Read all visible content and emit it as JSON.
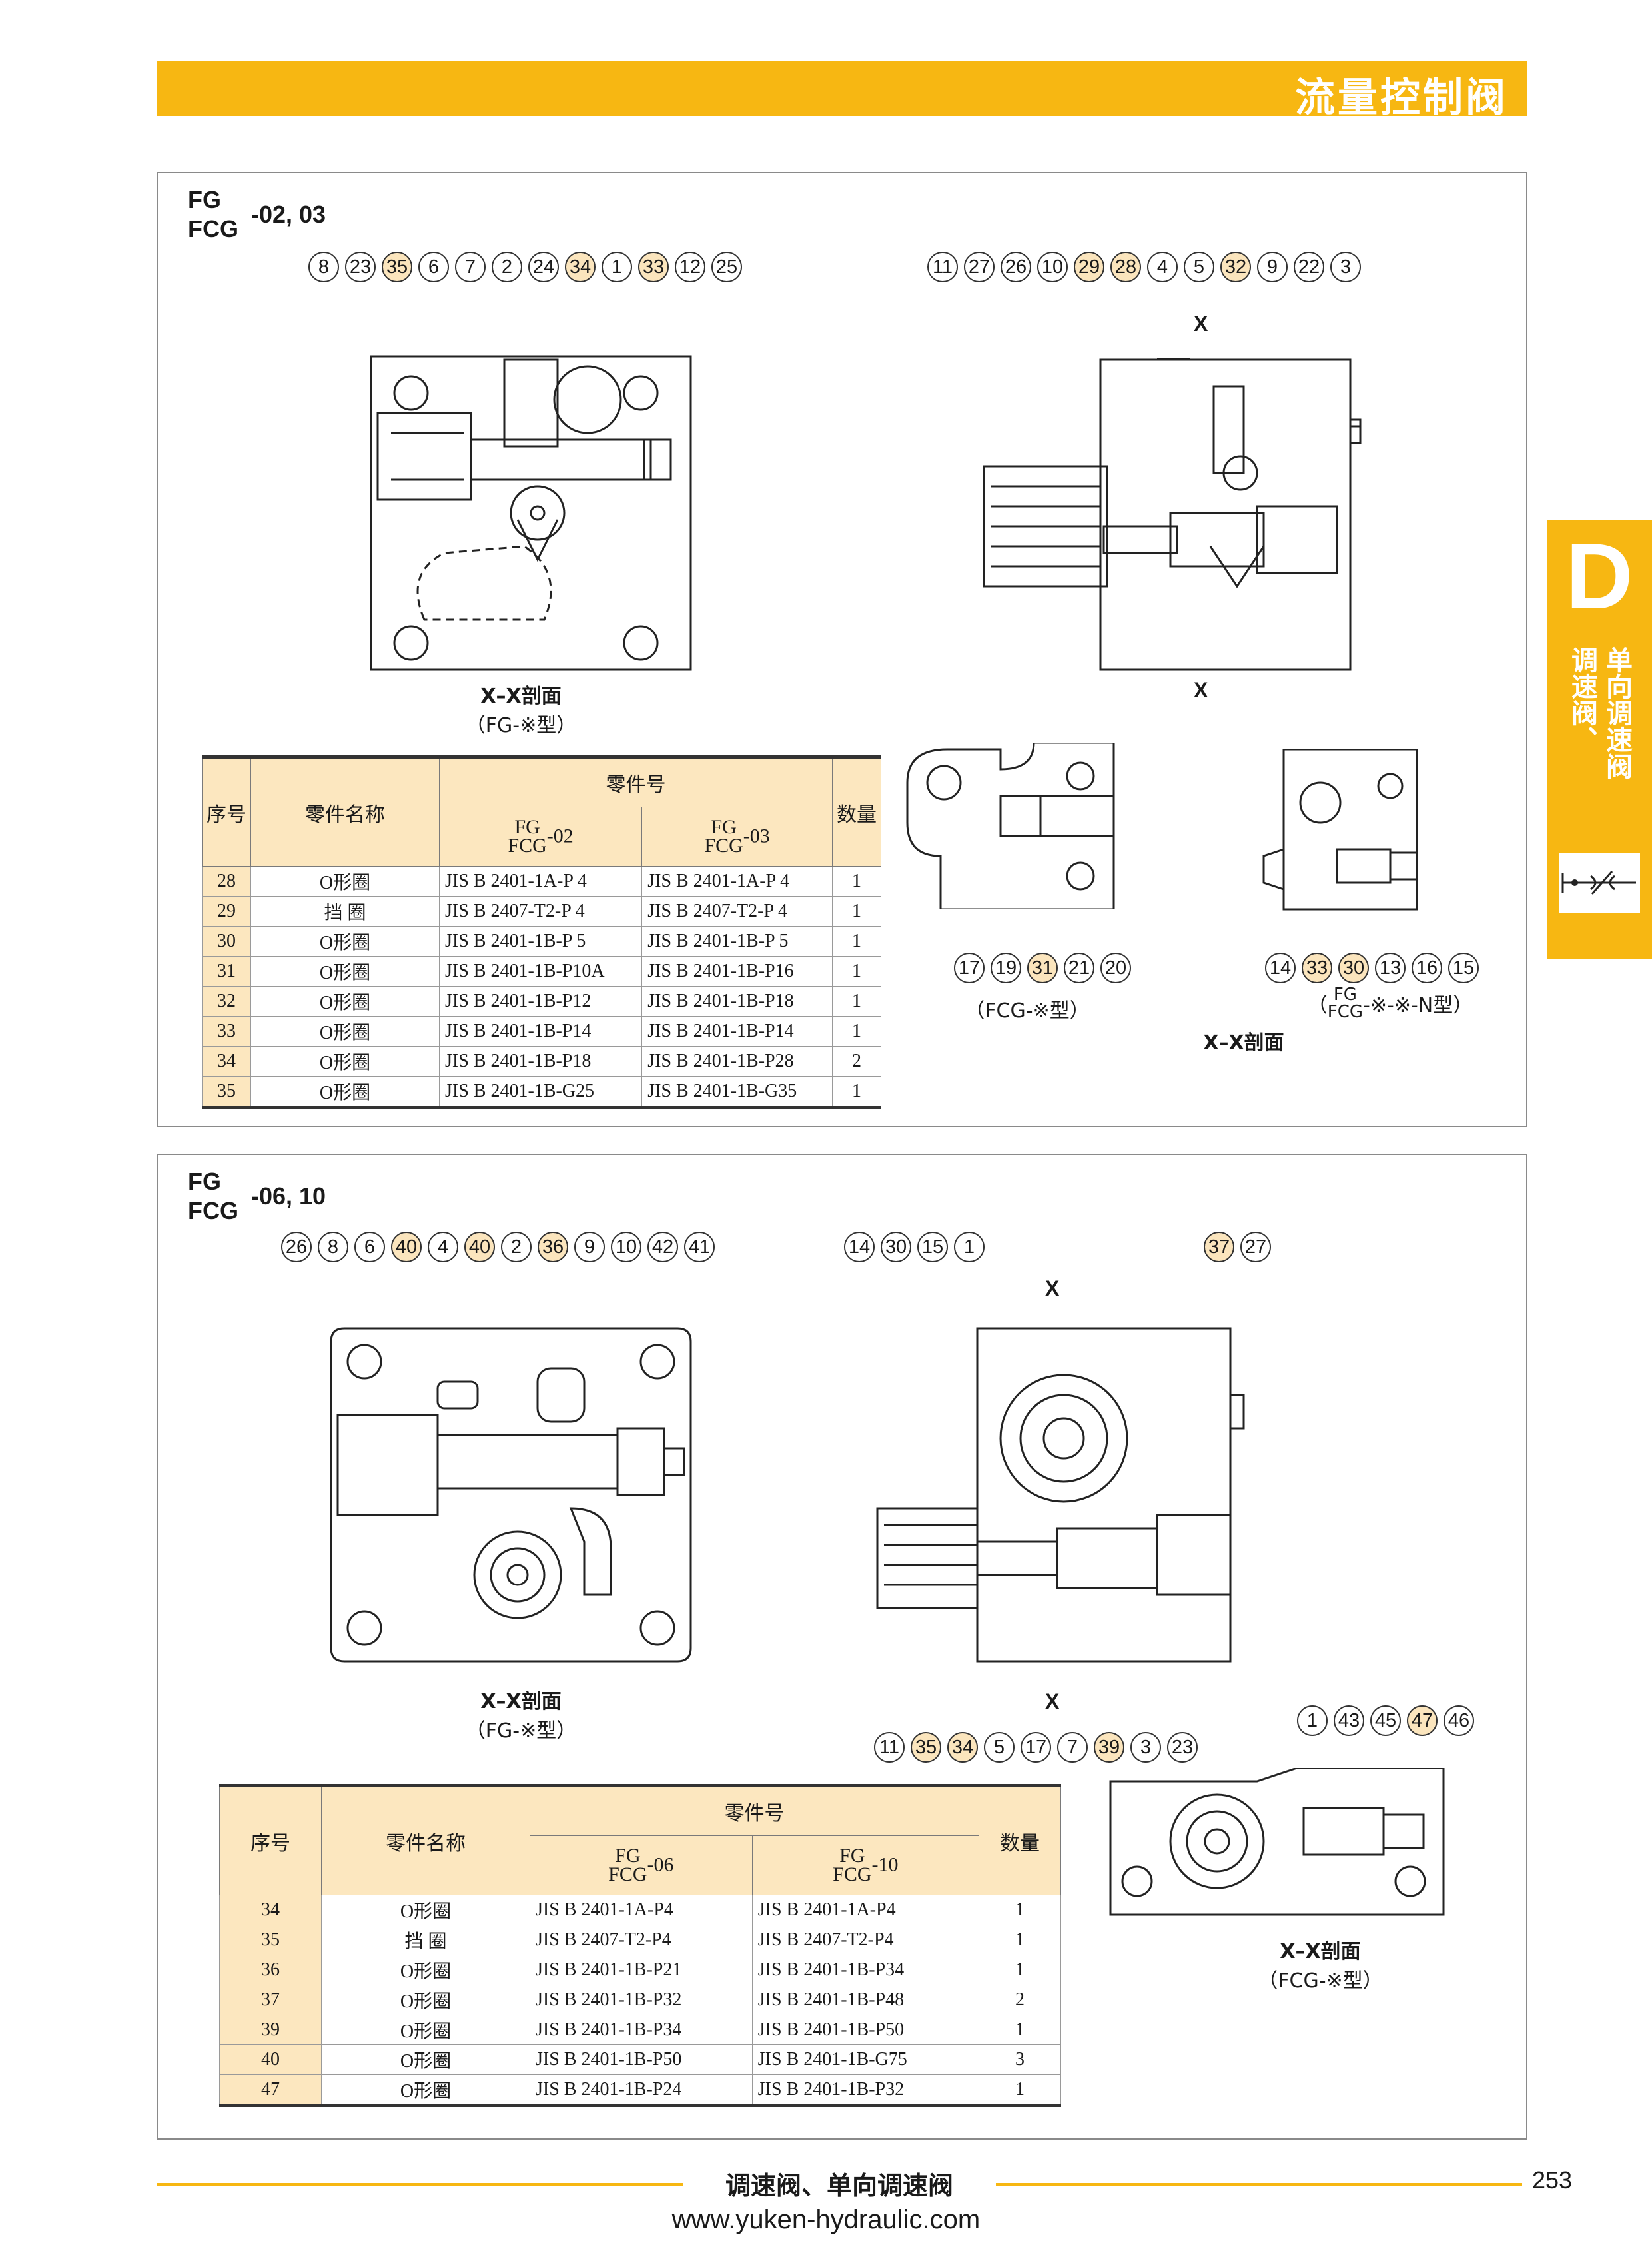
{
  "header": {
    "title": "流量控制阀"
  },
  "side_tab": {
    "letter": "D",
    "col1": "单向调速阀",
    "col2": "调速阀、"
  },
  "section1": {
    "model_a": "FG",
    "model_b": "FCG",
    "model_size": "-02, 03",
    "callouts_left": [
      {
        "n": "8",
        "hl": false
      },
      {
        "n": "23",
        "hl": false
      },
      {
        "n": "35",
        "hl": true
      },
      {
        "n": "6",
        "hl": false
      },
      {
        "n": "7",
        "hl": false
      },
      {
        "n": "2",
        "hl": false
      },
      {
        "n": "24",
        "hl": false
      },
      {
        "n": "34",
        "hl": true
      },
      {
        "n": "1",
        "hl": false
      },
      {
        "n": "33",
        "hl": true
      },
      {
        "n": "12",
        "hl": false
      },
      {
        "n": "25",
        "hl": false
      }
    ],
    "callouts_right": [
      {
        "n": "11",
        "hl": false
      },
      {
        "n": "27",
        "hl": false
      },
      {
        "n": "26",
        "hl": false
      },
      {
        "n": "10",
        "hl": false
      },
      {
        "n": "29",
        "hl": true
      },
      {
        "n": "28",
        "hl": true
      },
      {
        "n": "4",
        "hl": false
      },
      {
        "n": "5",
        "hl": false
      },
      {
        "n": "32",
        "hl": true
      },
      {
        "n": "9",
        "hl": false
      },
      {
        "n": "22",
        "hl": false
      },
      {
        "n": "3",
        "hl": false
      }
    ],
    "callouts_fcg": [
      {
        "n": "17",
        "hl": false
      },
      {
        "n": "19",
        "hl": false
      },
      {
        "n": "31",
        "hl": true
      },
      {
        "n": "21",
        "hl": false
      },
      {
        "n": "20",
        "hl": false
      }
    ],
    "callouts_fcgn": [
      {
        "n": "14",
        "hl": false
      },
      {
        "n": "33",
        "hl": true
      },
      {
        "n": "30",
        "hl": true
      },
      {
        "n": "13",
        "hl": false
      },
      {
        "n": "16",
        "hl": false
      },
      {
        "n": "15",
        "hl": false
      }
    ],
    "section_mark": "X",
    "caption_xx": "X–X剖面",
    "caption_fg": "（FG-※型）",
    "caption_fcg": "（FCG-※型）",
    "caption_fcgn_pre": "（",
    "caption_fcgn_fg": "FG",
    "caption_fcgn_fcg": "FCG",
    "caption_fcgn_post": "-※-※-N型）",
    "caption_xx2": "X–X剖面",
    "table": {
      "h_no": "序号",
      "h_name": "零件名称",
      "h_part": "零件号",
      "h_qty": "数量",
      "h_col1_a": "FG",
      "h_col1_b": "FCG",
      "h_col1_c": "-02",
      "h_col2_a": "FG",
      "h_col2_b": "FCG",
      "h_col2_c": "-03",
      "rows": [
        {
          "no": "28",
          "name": "O形圈",
          "p1": "JIS B 2401-1A-P 4",
          "p2": "JIS B 2401-1A-P 4",
          "qty": "1"
        },
        {
          "no": "29",
          "name": "挡 圈",
          "p1": "JIS B 2407-T2-P 4",
          "p2": "JIS B 2407-T2-P 4",
          "qty": "1"
        },
        {
          "no": "30",
          "name": "O形圈",
          "p1": "JIS B 2401-1B-P 5",
          "p2": "JIS B 2401-1B-P 5",
          "qty": "1"
        },
        {
          "no": "31",
          "name": "O形圈",
          "p1": "JIS B 2401-1B-P10A",
          "p2": "JIS B 2401-1B-P16",
          "qty": "1"
        },
        {
          "no": "32",
          "name": "O形圈",
          "p1": "JIS B 2401-1B-P12",
          "p2": "JIS B 2401-1B-P18",
          "qty": "1"
        },
        {
          "no": "33",
          "name": "O形圈",
          "p1": "JIS B 2401-1B-P14",
          "p2": "JIS B 2401-1B-P14",
          "qty": "1"
        },
        {
          "no": "34",
          "name": "O形圈",
          "p1": "JIS B 2401-1B-P18",
          "p2": "JIS B 2401-1B-P28",
          "qty": "2"
        },
        {
          "no": "35",
          "name": "O形圈",
          "p1": "JIS B 2401-1B-G25",
          "p2": "JIS B 2401-1B-G35",
          "qty": "1"
        }
      ]
    }
  },
  "section2": {
    "model_a": "FG",
    "model_b": "FCG",
    "model_size": "-06, 10",
    "callouts_left": [
      {
        "n": "26",
        "hl": false
      },
      {
        "n": "8",
        "hl": false
      },
      {
        "n": "6",
        "hl": false
      },
      {
        "n": "40",
        "hl": true
      },
      {
        "n": "4",
        "hl": false
      },
      {
        "n": "40",
        "hl": true
      },
      {
        "n": "2",
        "hl": false
      },
      {
        "n": "36",
        "hl": true
      },
      {
        "n": "9",
        "hl": false
      },
      {
        "n": "10",
        "hl": false
      },
      {
        "n": "42",
        "hl": false
      },
      {
        "n": "41",
        "hl": false
      }
    ],
    "callouts_right_top": [
      {
        "n": "14",
        "hl": false
      },
      {
        "n": "30",
        "hl": false
      },
      {
        "n": "15",
        "hl": false
      },
      {
        "n": "1",
        "hl": false
      }
    ],
    "callouts_right_top2": [
      {
        "n": "37",
        "hl": true
      },
      {
        "n": "27",
        "hl": false
      }
    ],
    "callouts_right_bottom": [
      {
        "n": "11",
        "hl": false
      },
      {
        "n": "35",
        "hl": true
      },
      {
        "n": "34",
        "hl": true
      },
      {
        "n": "5",
        "hl": false
      },
      {
        "n": "17",
        "hl": false
      },
      {
        "n": "7",
        "hl": false
      },
      {
        "n": "39",
        "hl": true
      },
      {
        "n": "3",
        "hl": false
      },
      {
        "n": "23",
        "hl": false
      }
    ],
    "callouts_fcg": [
      {
        "n": "1",
        "hl": false
      },
      {
        "n": "43",
        "hl": false
      },
      {
        "n": "45",
        "hl": false
      },
      {
        "n": "47",
        "hl": true
      },
      {
        "n": "46",
        "hl": false
      }
    ],
    "section_mark": "X",
    "caption_xx": "X–X剖面",
    "caption_fg": "（FG-※型）",
    "caption_xx2": "X–X剖面",
    "caption_fcg": "（FCG-※型）",
    "table": {
      "h_no": "序号",
      "h_name": "零件名称",
      "h_part": "零件号",
      "h_qty": "数量",
      "h_col1_a": "FG",
      "h_col1_b": "FCG",
      "h_col1_c": "-06",
      "h_col2_a": "FG",
      "h_col2_b": "FCG",
      "h_col2_c": "-10",
      "rows": [
        {
          "no": "34",
          "name": "O形圈",
          "p1": "JIS B 2401-1A-P4",
          "p2": "JIS B 2401-1A-P4",
          "qty": "1"
        },
        {
          "no": "35",
          "name": "挡 圈",
          "p1": "JIS B 2407-T2-P4",
          "p2": "JIS B 2407-T2-P4",
          "qty": "1"
        },
        {
          "no": "36",
          "name": "O形圈",
          "p1": "JIS B 2401-1B-P21",
          "p2": "JIS B 2401-1B-P34",
          "qty": "1"
        },
        {
          "no": "37",
          "name": "O形圈",
          "p1": "JIS B 2401-1B-P32",
          "p2": "JIS B 2401-1B-P48",
          "qty": "2"
        },
        {
          "no": "39",
          "name": "O形圈",
          "p1": "JIS B 2401-1B-P34",
          "p2": "JIS B 2401-1B-P50",
          "qty": "1"
        },
        {
          "no": "40",
          "name": "O形圈",
          "p1": "JIS B 2401-1B-P50",
          "p2": "JIS B 2401-1B-G75",
          "qty": "3"
        },
        {
          "no": "47",
          "name": "O形圈",
          "p1": "JIS B 2401-1B-P24",
          "p2": "JIS B 2401-1B-P32",
          "qty": "1"
        }
      ]
    }
  },
  "footer": {
    "title": "调速阀、单向调速阀",
    "page": "253",
    "url": "www.yuken-hydraulic.com"
  }
}
